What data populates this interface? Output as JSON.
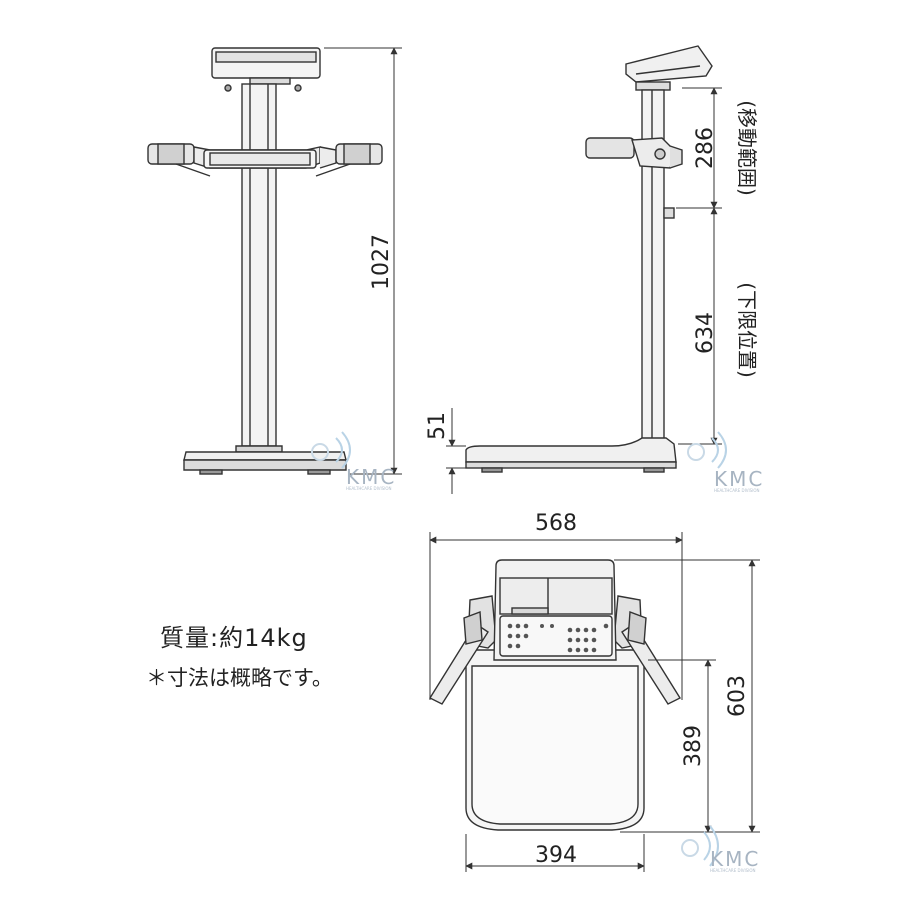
{
  "dimensions": {
    "front_height": "1027",
    "side_moving_range_value": "286",
    "side_moving_range_label": "(移動範囲)",
    "side_lower_position_value": "634",
    "side_lower_position_label": "(下限位置)",
    "side_base_height": "51",
    "top_width": "568",
    "top_depth": "603",
    "top_inner_depth": "389",
    "top_base_width": "394"
  },
  "specs": {
    "mass": "質量:約14kg",
    "note": "＊寸法は概略です。"
  },
  "watermark": {
    "brand": "KMC",
    "tagline": "HEALTHCARE DIVISION"
  },
  "colors": {
    "line": "#333333",
    "metal": "#d9d9d9",
    "dark": "#555555",
    "watermark": "#a7b4c2"
  }
}
